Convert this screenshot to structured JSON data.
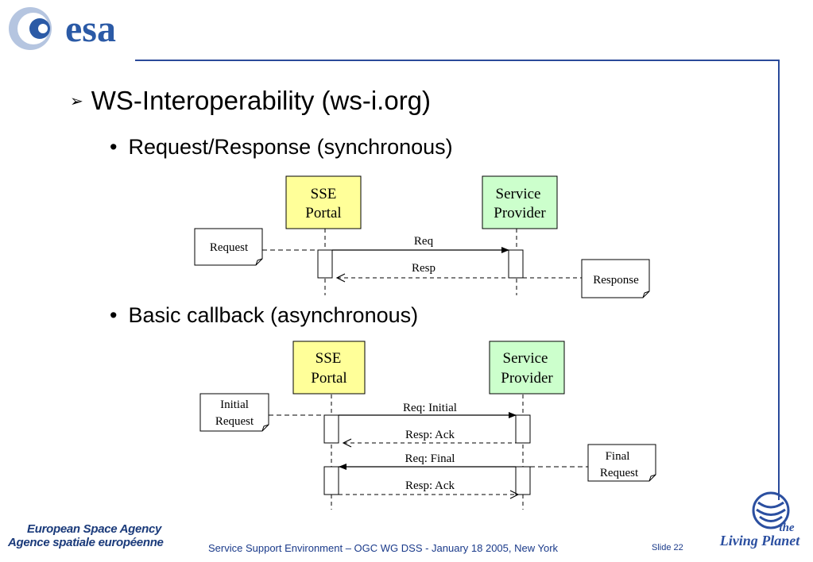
{
  "header": {
    "logo_text": "esa"
  },
  "main": {
    "heading": "WS-Interoperability (ws-i.org)",
    "bullets": [
      "Request/Response (synchronous)",
      "Basic callback (asynchronous)"
    ]
  },
  "diagram_sync": {
    "left_box": [
      "SSE",
      "Portal"
    ],
    "right_box": [
      "Service",
      "Provider"
    ],
    "note_left": "Request",
    "note_right": "Response",
    "req_label": "Req",
    "resp_label": "Resp"
  },
  "diagram_async": {
    "left_box": [
      "SSE",
      "Portal"
    ],
    "right_box": [
      "Service",
      "Provider"
    ],
    "note_left": [
      "Initial",
      "Request"
    ],
    "note_right": [
      "Final",
      "Request"
    ],
    "messages": [
      "Req: Initial",
      "Resp: Ack",
      "Req: Final",
      "Resp: Ack"
    ]
  },
  "footer": {
    "agency_en": "European Space Agency",
    "agency_fr": "Agence spatiale européenne",
    "text": "Service Support Environment – OGC WG DSS - January 18 2005, New York",
    "slide": "Slide 22",
    "living_planet": [
      "the",
      "Living Planet"
    ]
  },
  "colors": {
    "portal_fill": "#ffff99",
    "provider_fill": "#ccffcc",
    "frame": "#2a4a9a",
    "brand": "#1a3a8a"
  }
}
